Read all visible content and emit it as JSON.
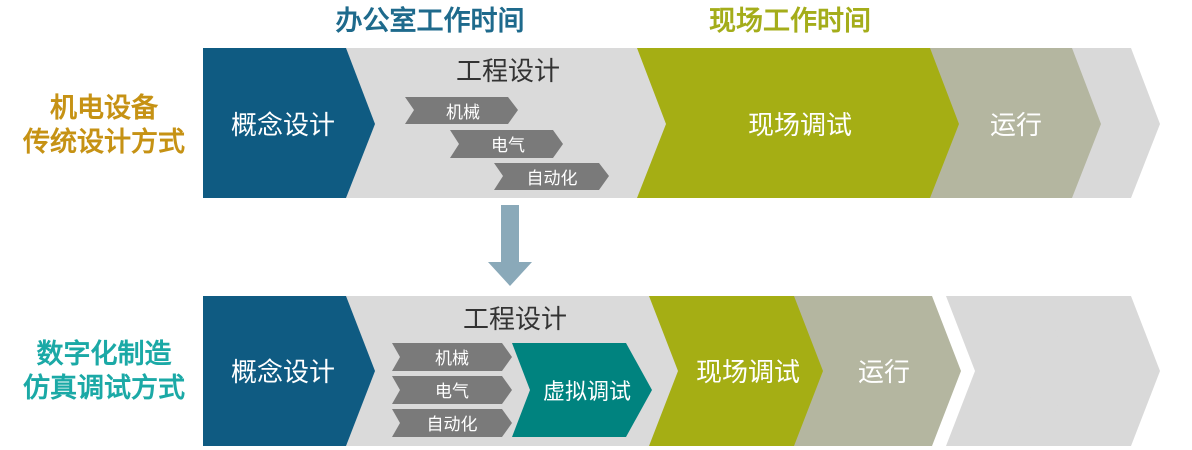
{
  "headers": {
    "office_time": "办公室工作时间",
    "site_time": "现场工作时间"
  },
  "colors": {
    "header_office": "#1e6a8c",
    "header_site": "#a4ad1a",
    "row_label_traditional": "#c69214",
    "row_label_digital": "#1ba9a6",
    "concept": "#0f5b82",
    "engineering": "#dadada",
    "sub_discipline": "#7a7a7a",
    "virtual_commissioning": "#00837f",
    "site_commissioning": "#a5ae14",
    "operation": "#b4b6a0",
    "trailing_chevron": "#d9d9d9",
    "arrow": "#8aa9b9"
  },
  "traditional": {
    "label_line1": "机电设备",
    "label_line2": "传统设计方式",
    "concept": "概念设计",
    "engineering_title": "工程设计",
    "sub_items": [
      "机械",
      "电气",
      "自动化"
    ],
    "site_commissioning": "现场调试",
    "operation": "运行"
  },
  "digital": {
    "label_line1": "数字化制造",
    "label_line2": "仿真调试方式",
    "concept": "概念设计",
    "engineering_title": "工程设计",
    "sub_items": [
      "机械",
      "电气",
      "自动化"
    ],
    "virtual_commissioning": "虚拟调试",
    "site_commissioning": "现场调试",
    "operation": "运行"
  }
}
